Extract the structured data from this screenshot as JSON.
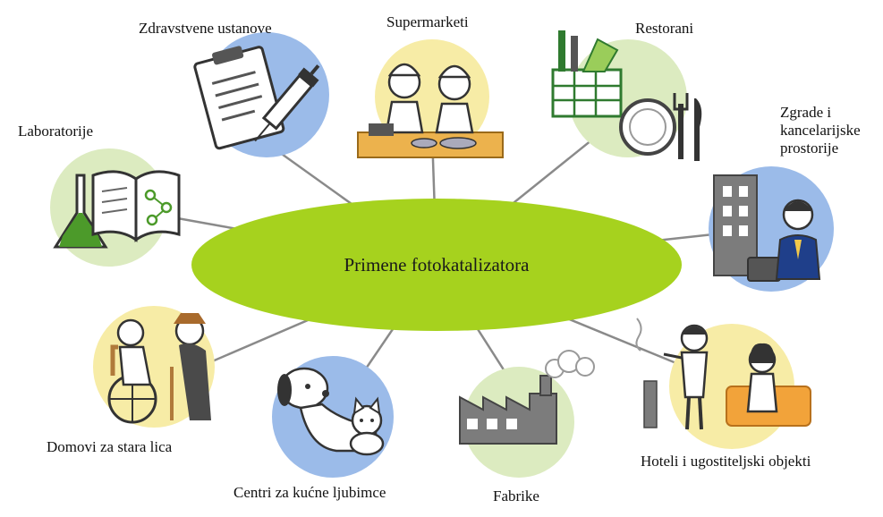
{
  "center": {
    "label": "Primene fotokatalizatora"
  },
  "nodes": [
    {
      "id": "health",
      "label": "Zdravstvene ustanove",
      "icon": "clipboard-syringe-icon"
    },
    {
      "id": "super",
      "label": "Supermarketi",
      "icon": "supermarket-staff-icon"
    },
    {
      "id": "rest",
      "label": "Restorani",
      "icon": "restaurant-basket-plate-icon"
    },
    {
      "id": "lab",
      "label": "Laboratorije",
      "icon": "lab-flask-book-icon"
    },
    {
      "id": "bldg",
      "label": "Zgrade i kancelarijske prostorije",
      "icon": "office-building-worker-icon"
    },
    {
      "id": "elder",
      "label": "Domovi za stara lica",
      "icon": "elderly-wheelchair-icon"
    },
    {
      "id": "pets",
      "label": "Centri za kućne ljubimce",
      "icon": "dog-cat-icon"
    },
    {
      "id": "fact",
      "label": "Fabrike",
      "icon": "factory-icon"
    },
    {
      "id": "hotel",
      "label": "Hoteli i ugostiteljski objekti",
      "icon": "hotel-lounge-smoking-icon"
    }
  ],
  "colors": {
    "center_fill": "#a6d21e",
    "bubble_blue": "#9bbbe9",
    "bubble_yellow": "#f7eca6",
    "bubble_green": "#dcebc0",
    "connector": "#7f7f7f",
    "outline": "#333333"
  }
}
